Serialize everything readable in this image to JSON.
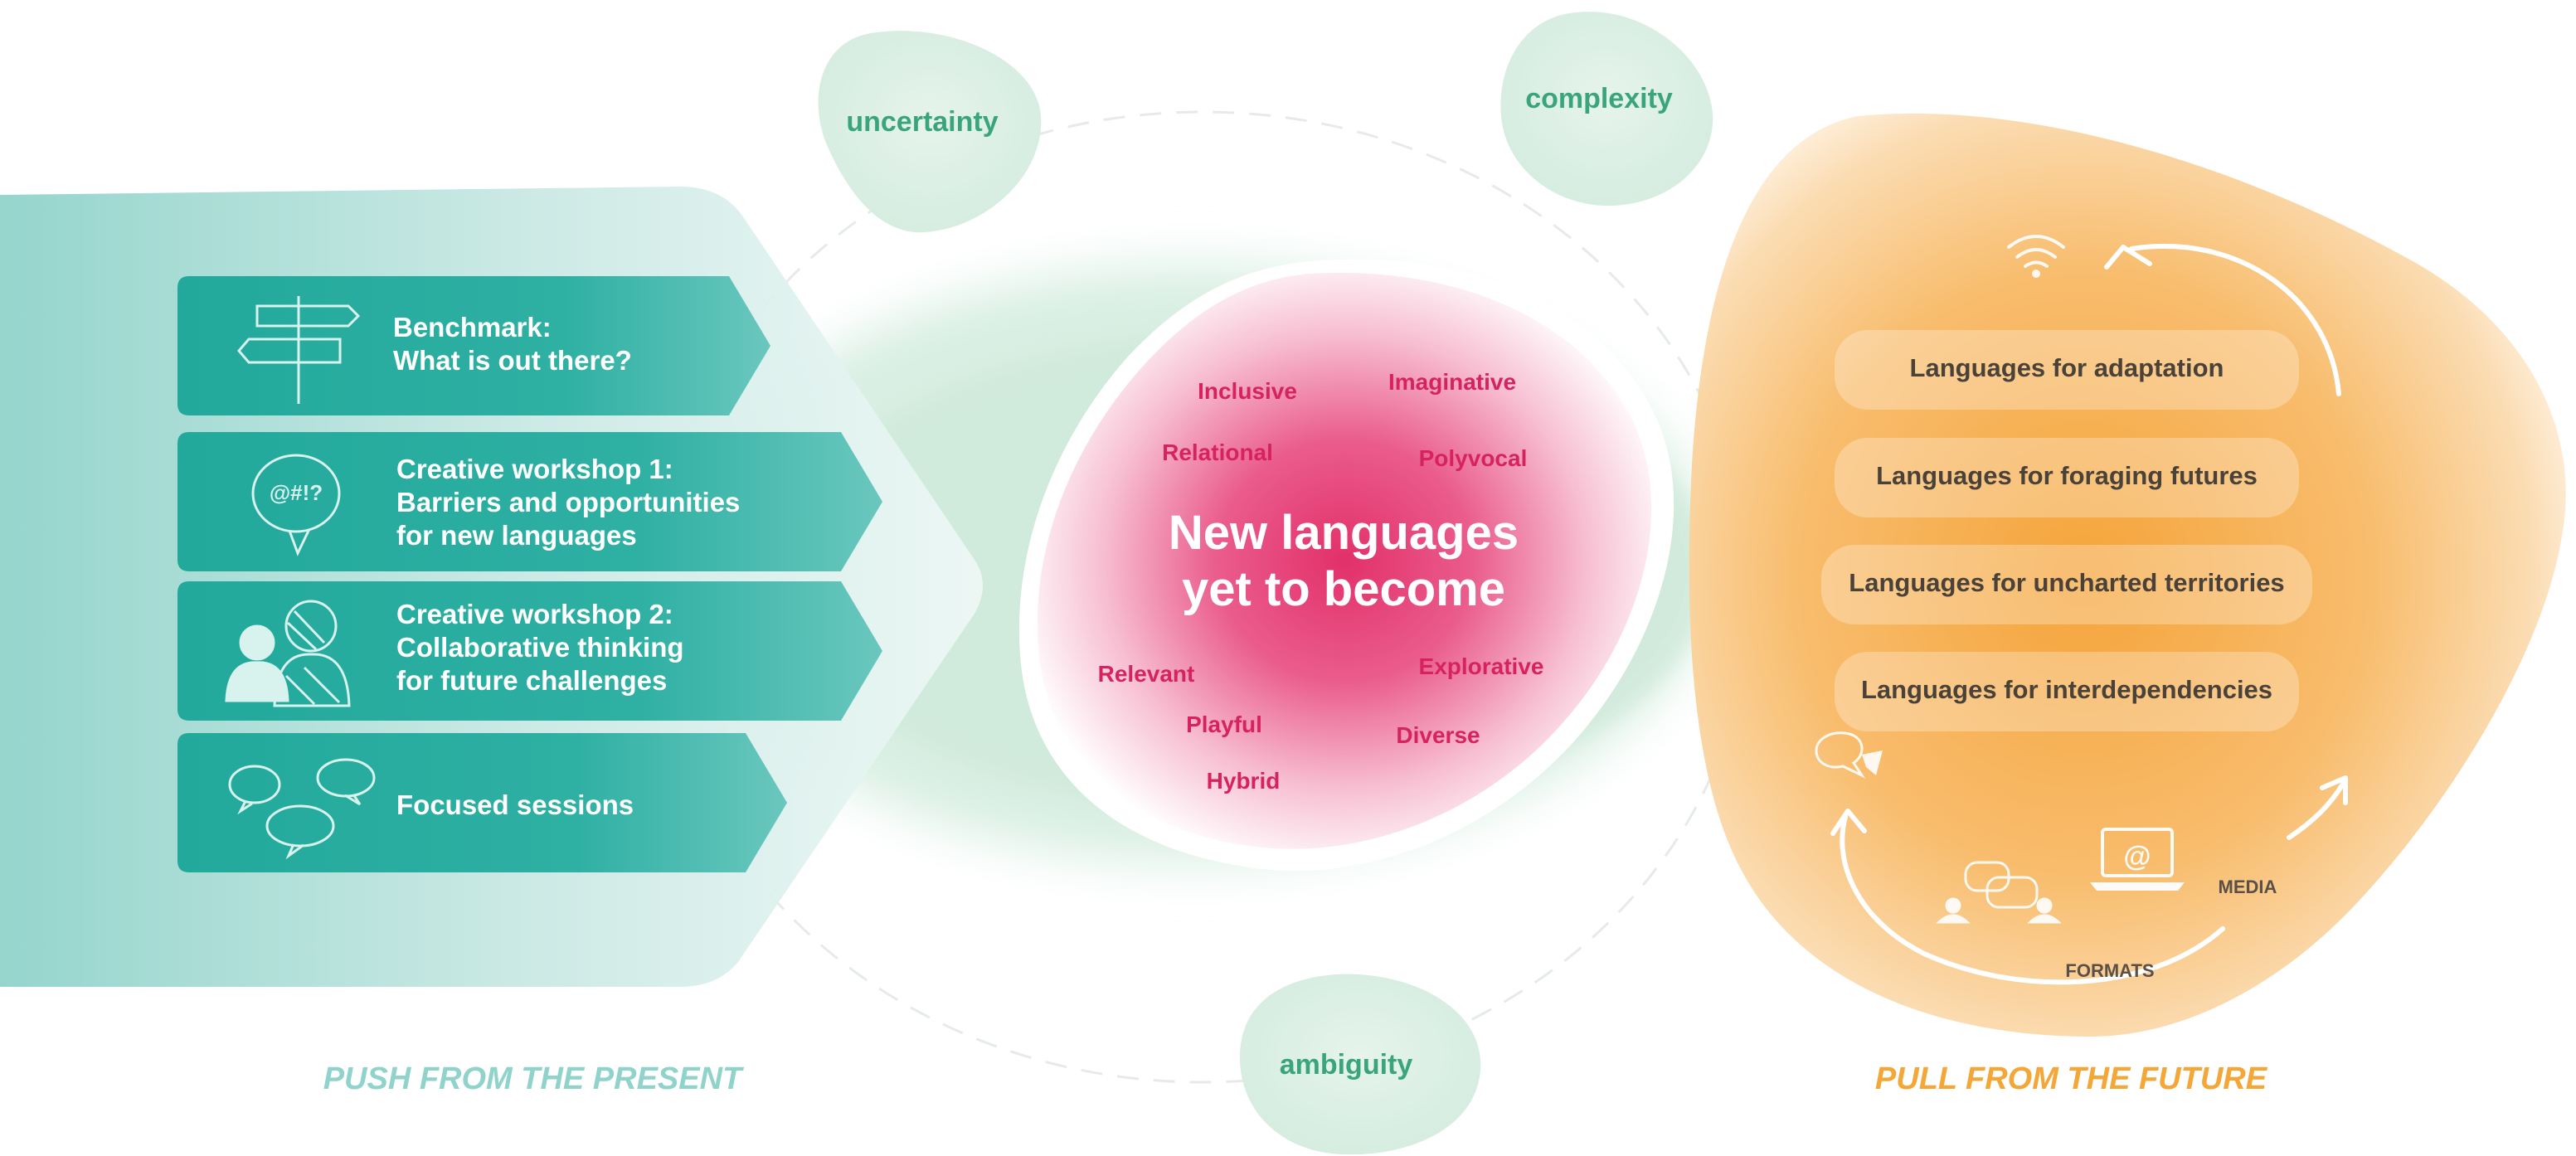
{
  "colors": {
    "teal": "#26ad9f",
    "teal_light": "#9ed8d0",
    "mint": "#cfeadd",
    "magenta": "#d6235f",
    "orange": "#f6a640",
    "tension_text": "#3aa57d"
  },
  "present": {
    "steps": [
      {
        "icon": "signpost-icon",
        "lines": [
          "Benchmark:",
          "What is out there?"
        ]
      },
      {
        "icon": "speech-bubble-icon",
        "lines": [
          "Creative workshop 1:",
          "Barriers and opportunities",
          "for new languages"
        ]
      },
      {
        "icon": "people-icon",
        "lines": [
          "Creative workshop 2:",
          "Collaborative thinking",
          "for future challenges"
        ]
      },
      {
        "icon": "chat-bubbles-icon",
        "lines": [
          "Focused sessions"
        ]
      }
    ],
    "footer": "PUSH FROM THE PRESENT"
  },
  "tensions": [
    "uncertainty",
    "complexity",
    "ambiguity"
  ],
  "core": {
    "title_lines": [
      "New languages",
      "yet to become"
    ],
    "attributes": [
      "Inclusive",
      "Imaginative",
      "Relational",
      "Polyvocal",
      "Relevant",
      "Explorative",
      "Playful",
      "Diverse",
      "Hybrid"
    ]
  },
  "future": {
    "languages": [
      "Languages for adaptation",
      "Languages for foraging futures",
      "Languages for uncharted territories",
      "Languages for interdependencies"
    ],
    "cycle_labels": [
      "MEDIA",
      "FORMATS"
    ],
    "icons": [
      "wifi-icon",
      "laptop-at-icon",
      "conversation-icon",
      "chat-outline-icon"
    ],
    "footer": "PULL FROM  THE FUTURE"
  }
}
